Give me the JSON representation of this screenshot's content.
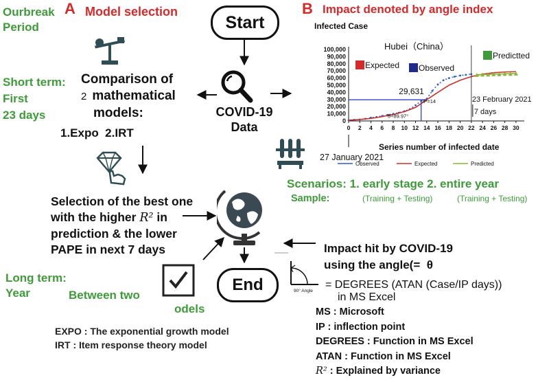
{
  "left": {
    "panel_letter": "A",
    "panel_title": "Model selection",
    "outbreak": [
      "Ourbreak",
      "Period"
    ],
    "short_term": [
      "Short term:",
      "First",
      "23 days"
    ],
    "comparison": [
      "Comparison of",
      "mathematical",
      "models:"
    ],
    "comparison_count": "2",
    "models_list": "1.Expo  2.IRT",
    "selection": [
      "Selection of the best one",
      "with the higher",
      "in",
      "prediction & the lower",
      "PAPE in next 7 days"
    ],
    "long_term": [
      "Long term:",
      "Year"
    ],
    "between": "Between two",
    "models_partial": "odels",
    "definitions": [
      "EXPO : The exponential growth model",
      "IRT : Item response theory model"
    ]
  },
  "center": {
    "start": "Start",
    "end": "End",
    "data_label": [
      "COVID-19",
      "Data"
    ]
  },
  "right": {
    "panel_letter": "B",
    "panel_title": "Impact denoted by angle index",
    "scenarios": "Scenarios: 1. early stage 2. entire year",
    "sample": "Sample:",
    "training1": "(Training + Testing)",
    "training2": "(Training  + Testing)",
    "impact": [
      "Impact hit by COVID-19",
      "using the angle(=",
      "θ"
    ],
    "formula": [
      "= DEGREES (ATAN (Case/IP days))",
      "in MS Excel"
    ],
    "angle_label": "90° Angle",
    "glossary": [
      "MS : Microsoft",
      "IP : inflection point",
      "DEGREES : Function in MS Excel",
      "ATAN : Function in MS Excel",
      ": Explained by variance"
    ]
  },
  "chart_data": {
    "type": "line",
    "title": "Hubei（China）",
    "ylabel": "Infected Case",
    "xlabel": "Series number of infected date",
    "ylim": [
      0,
      100000
    ],
    "xlim": [
      0,
      31
    ],
    "yticks": [
      "0",
      "10,000",
      "20,000",
      "30,000",
      "40,000",
      "50,000",
      "60,000",
      "70,000",
      "80,000",
      "90,000",
      "100,000"
    ],
    "xticks": [
      "0",
      "2",
      "4",
      "6",
      "8",
      "10",
      "12",
      "14",
      "16",
      "18",
      "20",
      "22",
      "24",
      "26",
      "28",
      "30"
    ],
    "legend": [
      "Observed",
      "Expected",
      "Predicted"
    ],
    "legend_boxes": [
      "Expected",
      "Observed",
      "Predictted"
    ],
    "annotations": {
      "ip_value": "29,631",
      "ip_label": "IP=14",
      "theta": "θ=89.97°",
      "end_date": "23 February 2021",
      "days": "7 days",
      "start_date": "27 January 2021"
    },
    "series": [
      {
        "name": "Observed",
        "x": [
          0,
          1,
          2,
          3,
          4,
          5,
          6,
          7,
          8,
          9,
          10,
          11,
          12,
          13,
          14,
          15,
          16,
          17,
          18,
          19,
          20,
          21,
          22
        ],
        "y": [
          1000,
          1500,
          2000,
          3000,
          4500,
          5500,
          7000,
          8500,
          10000,
          11500,
          13500,
          16500,
          22000,
          28000,
          31000,
          42000,
          51000,
          57000,
          60000,
          62000,
          63500,
          64500,
          65500
        ]
      },
      {
        "name": "Expected",
        "x": [
          0,
          2,
          4,
          6,
          8,
          10,
          12,
          14,
          16,
          18,
          20,
          22,
          24,
          26,
          28,
          30
        ],
        "y": [
          1000,
          2000,
          3500,
          6000,
          9000,
          13000,
          19000,
          29631,
          40000,
          50000,
          57000,
          62000,
          65500,
          67500,
          68500,
          69000
        ]
      },
      {
        "name": "Predicted",
        "x": [
          23,
          24,
          25,
          26,
          27,
          28,
          29,
          30
        ],
        "y": [
          64500,
          65000,
          65000,
          65500,
          65500,
          66000,
          66000,
          66500
        ]
      }
    ]
  },
  "colors": {
    "green": "#3f9b3a",
    "red": "#d42a2a",
    "observed": "#2f5fc5",
    "expected": "#c9302c",
    "predicted": "#8db33a",
    "observed_box": "#1f2a8a",
    "icon_teal": "#2f4d53"
  }
}
